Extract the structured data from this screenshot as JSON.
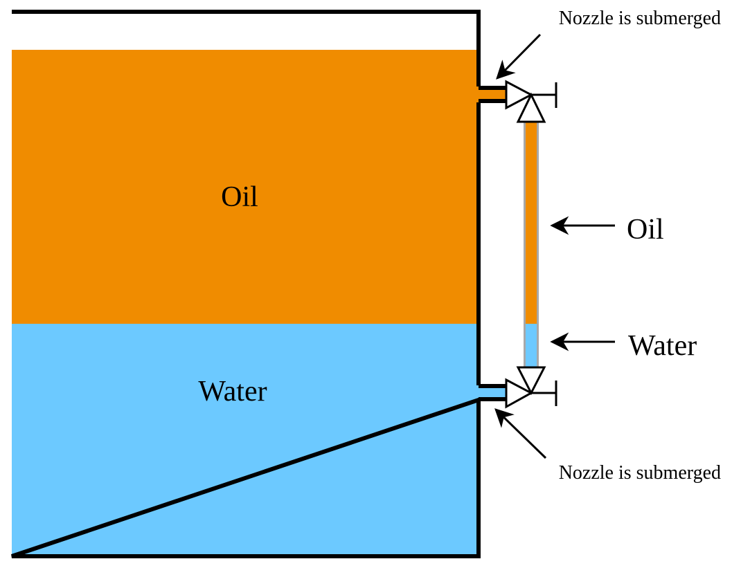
{
  "colors": {
    "oil": "#F08C00",
    "water": "#6CC9FF",
    "outline": "#000000",
    "background": "#FFFFFF",
    "gauge_glass": "#A8A8A8"
  },
  "tank": {
    "oil_label": "Oil",
    "water_label": "Water"
  },
  "gauge": {
    "oil_label": "Oil",
    "water_label": "Water"
  },
  "annotations": {
    "top_nozzle": "Nozzle is submerged",
    "bottom_nozzle": "Nozzle is submerged"
  },
  "icons": {
    "top_valve": "valve-icon",
    "bottom_valve": "valve-icon",
    "arrows": "arrow-icon"
  }
}
